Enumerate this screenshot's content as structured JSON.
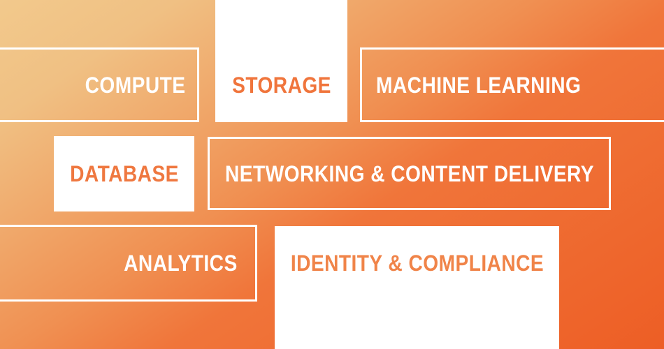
{
  "tiles": [
    {
      "id": "compute",
      "label": "COMPUTE",
      "variant": "outlined",
      "label_color": "#ffffff"
    },
    {
      "id": "storage",
      "label": "STORAGE",
      "variant": "filled",
      "label_color": "#f0753c"
    },
    {
      "id": "machine-learning",
      "label": "MACHINE LEARNING",
      "variant": "outlined",
      "label_color": "#ffffff"
    },
    {
      "id": "database",
      "label": "DATABASE",
      "variant": "filled",
      "label_color": "#ef7840"
    },
    {
      "id": "networking",
      "label": "NETWORKING & CONTENT DELIVERY",
      "variant": "outlined",
      "label_color": "#ffffff"
    },
    {
      "id": "analytics",
      "label": "ANALYTICS",
      "variant": "outlined",
      "label_color": "#ffffff"
    },
    {
      "id": "identity",
      "label": "IDENTITY & COMPLIANCE",
      "variant": "filled",
      "label_color": "#f08449"
    }
  ],
  "colors": {
    "background_gradient": [
      "#f2c98c",
      "#f0c083",
      "#f09052",
      "#f0753a",
      "#ed5e25"
    ],
    "tile_border": "#ffffff",
    "tile_fill": "#ffffff",
    "outlined_label_text": "#ffffff"
  }
}
